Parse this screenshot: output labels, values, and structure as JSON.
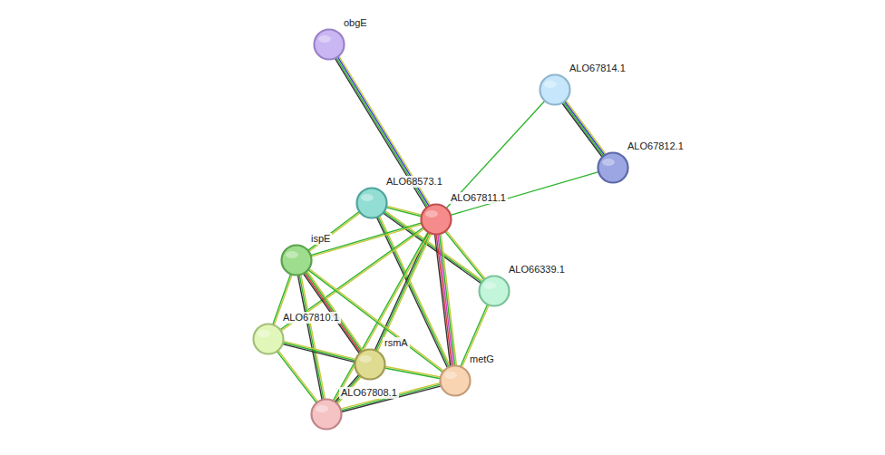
{
  "diagram": {
    "nodes": [
      {
        "text": [
          "obgE"
        ]
      },
      {
        "text": [
          "ALO67814.1"
        ]
      },
      {
        "text": [
          "ALO67812.1"
        ]
      },
      {
        "text": [
          "ALO68573.1"
        ]
      },
      {
        "text": [
          "ALO67811.1"
        ]
      },
      {
        "text": [
          "ispE"
        ]
      },
      {
        "text": [
          "ALO66339.1"
        ]
      },
      {
        "text": [
          "ALO67810.1"
        ]
      },
      {
        "text": [
          "rsmA"
        ]
      },
      {
        "text": [
          "metG"
        ]
      },
      {
        "text": [
          "ALO67808.1"
        ]
      }
    ],
    "edges": [
      {
        "from": 0,
        "to": 4,
        "arrow": "none"
      },
      {
        "from": 1,
        "to": 2,
        "arrow": "none"
      },
      {
        "from": 1,
        "to": 4,
        "arrow": "none"
      },
      {
        "from": 2,
        "to": 4,
        "arrow": "none"
      },
      {
        "from": 3,
        "to": 4,
        "arrow": "none"
      },
      {
        "from": 3,
        "to": 5,
        "arrow": "none"
      },
      {
        "from": 3,
        "to": 6,
        "arrow": "none"
      },
      {
        "from": 3,
        "to": 9,
        "arrow": "none"
      },
      {
        "from": 4,
        "to": 5,
        "arrow": "none"
      },
      {
        "from": 4,
        "to": 6,
        "arrow": "none"
      },
      {
        "from": 4,
        "to": 9,
        "arrow": "none"
      },
      {
        "from": 4,
        "to": 8,
        "arrow": "none"
      },
      {
        "from": 4,
        "to": 7,
        "arrow": "none"
      },
      {
        "from": 4,
        "to": 10,
        "arrow": "none"
      },
      {
        "from": 5,
        "to": 7,
        "arrow": "none"
      },
      {
        "from": 5,
        "to": 8,
        "arrow": "none"
      },
      {
        "from": 5,
        "to": 10,
        "arrow": "none"
      },
      {
        "from": 5,
        "to": 9,
        "arrow": "none"
      },
      {
        "from": 7,
        "to": 8,
        "arrow": "none"
      },
      {
        "from": 7,
        "to": 10,
        "arrow": "none"
      },
      {
        "from": 8,
        "to": 10,
        "arrow": "none"
      },
      {
        "from": 8,
        "to": 9,
        "arrow": "none"
      },
      {
        "from": 10,
        "to": 9,
        "arrow": "none"
      },
      {
        "from": 6,
        "to": 9,
        "arrow": "none"
      }
    ]
  }
}
